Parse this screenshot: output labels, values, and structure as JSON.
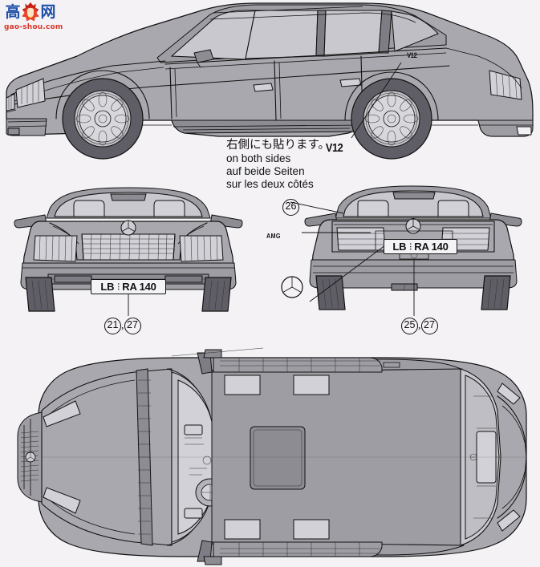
{
  "sheet": {
    "title": "Mercedes-Benz 500SEL AMG marking / decal placement diagram",
    "background_color": "#f4f2f5",
    "body_color": "#a9a8ae",
    "line_color": "#111111"
  },
  "watermark": {
    "name": "gao-shou-logo",
    "char_left": "高",
    "char_right": "网",
    "icon": "flame-thumb-icon",
    "domain": "gao-shou.com",
    "color_cjk": "#1f4fa8",
    "color_domain": "#d9372a"
  },
  "views": [
    {
      "id": "side-view",
      "label": "side view"
    },
    {
      "id": "front-view",
      "label": "front view"
    },
    {
      "id": "rear-view",
      "label": "rear view"
    },
    {
      "id": "top-view",
      "label": "top view"
    }
  ],
  "note": {
    "japanese": "右側にも貼ります。",
    "english": "on both sides",
    "german": "auf beide Seiten",
    "french": "sur les deux côtés",
    "badge": "V12"
  },
  "badges": {
    "v12_side": "V12",
    "amg_rear": "AMG",
    "star": "mercedes-star-icon"
  },
  "license_plate": {
    "left": "LB",
    "separator": "⋮",
    "right": "RA 140",
    "full": "LB:RA 140"
  },
  "callouts": [
    {
      "id": "callout-front",
      "numbers": [
        "21",
        "27"
      ],
      "separator": ",",
      "target": "front-license-plate"
    },
    {
      "id": "callout-rear",
      "numbers": [
        "25",
        "27"
      ],
      "separator": ",",
      "target": "rear-license-plate"
    },
    {
      "id": "callout-26",
      "numbers": [
        "26"
      ],
      "separator": "",
      "target": "rear-window-decal"
    }
  ]
}
